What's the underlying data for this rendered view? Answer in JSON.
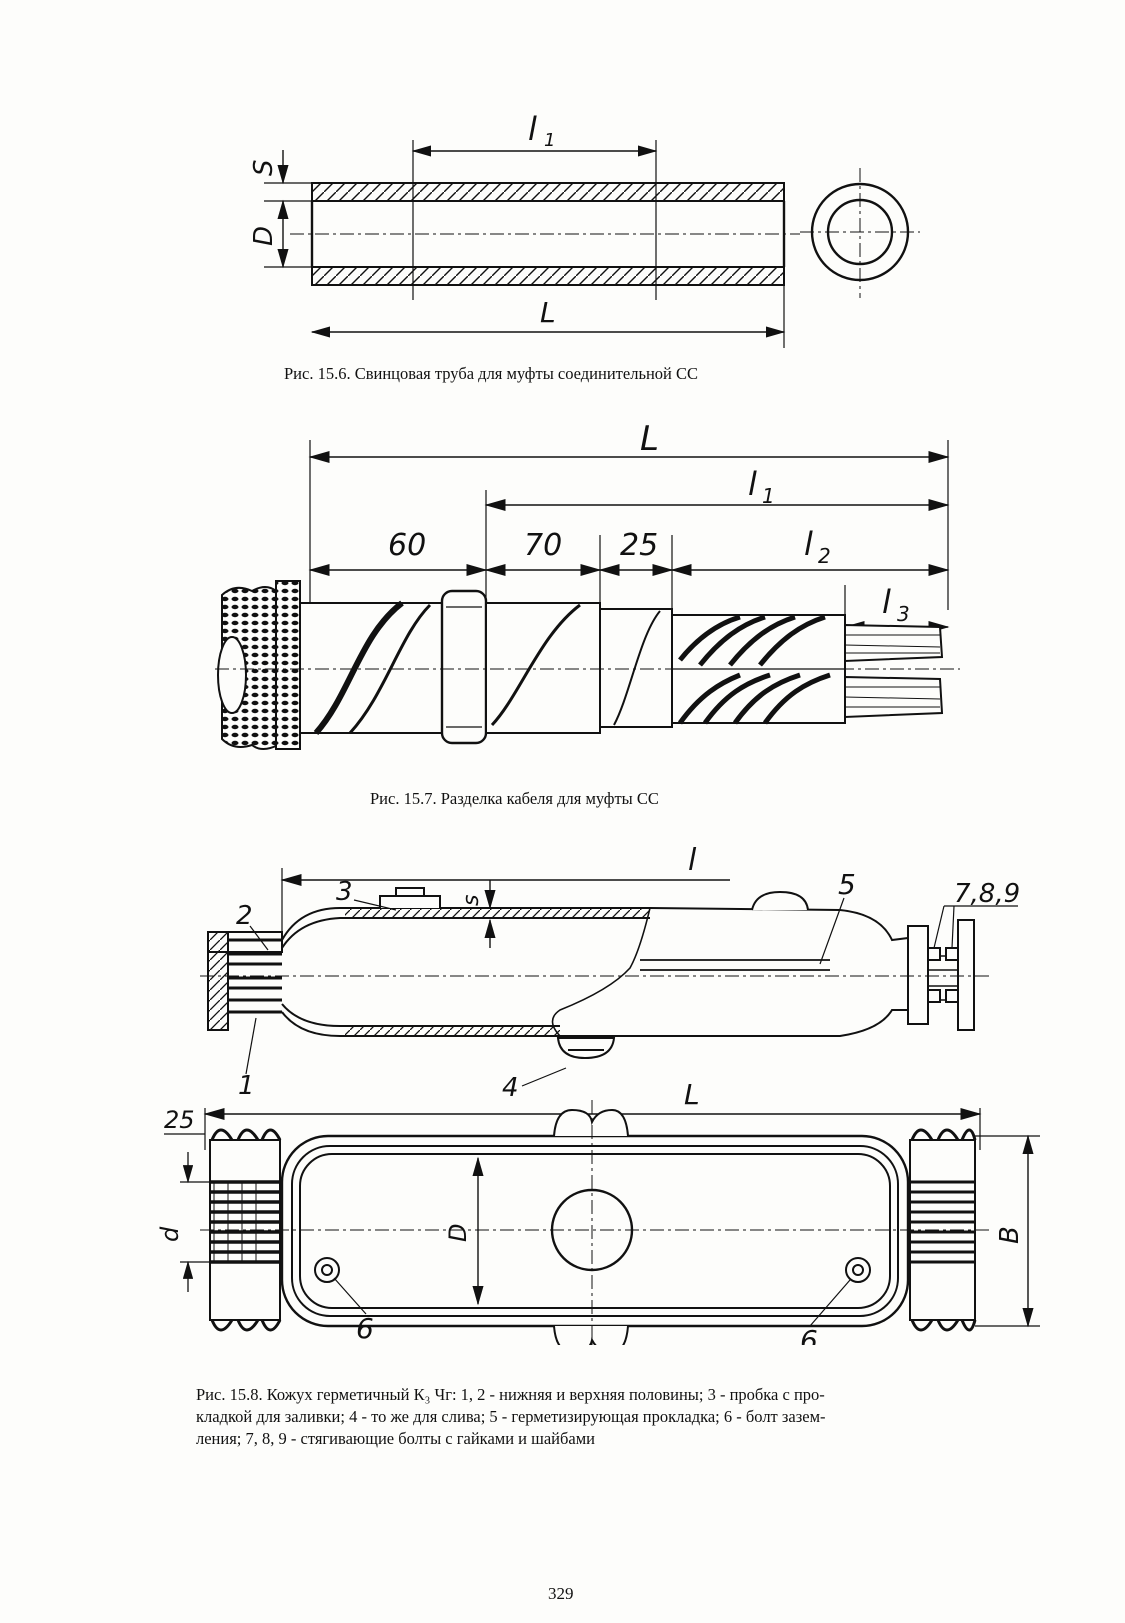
{
  "figures": {
    "fig156": {
      "caption": "Рис. 15.6. Свинцовая труба для муфты соединительной СС",
      "labels": {
        "l1": "l",
        "l1_sub": "1",
        "s": "S",
        "d": "D",
        "L": "L"
      }
    },
    "fig157": {
      "caption": "Рис. 15.7. Разделка кабеля для муфты СС",
      "labels": {
        "L": "L",
        "l1": "l",
        "l1_sub": "1",
        "l2": "l",
        "l2_sub": "2",
        "l3": "l",
        "l3_sub": "3",
        "d60": "60",
        "d70": "70",
        "d25": "25"
      }
    },
    "fig158": {
      "caption_lines": [
        "Рис. 15.8. Кожух герметичный К₃ Чг: 1, 2 - нижняя и верхняя половины; 3 - пробка с про-",
        "кладкой для заливки; 4 - то же для слива;  5 - герметизирующая прокладка; 6 - болт зазем-",
        "ления;   7, 8,  9 - стягивающие болты с гайками и шайбами"
      ],
      "labels": {
        "l": "l",
        "n3": "3",
        "n2": "2",
        "s": "s",
        "n5": "5",
        "n789": "7,8,9",
        "n1": "1",
        "n4": "4",
        "L": "L",
        "d25": "25",
        "d": "d",
        "D": "D",
        "B": "B",
        "n6a": "6",
        "n6b": "6"
      }
    }
  },
  "page_number": "329"
}
